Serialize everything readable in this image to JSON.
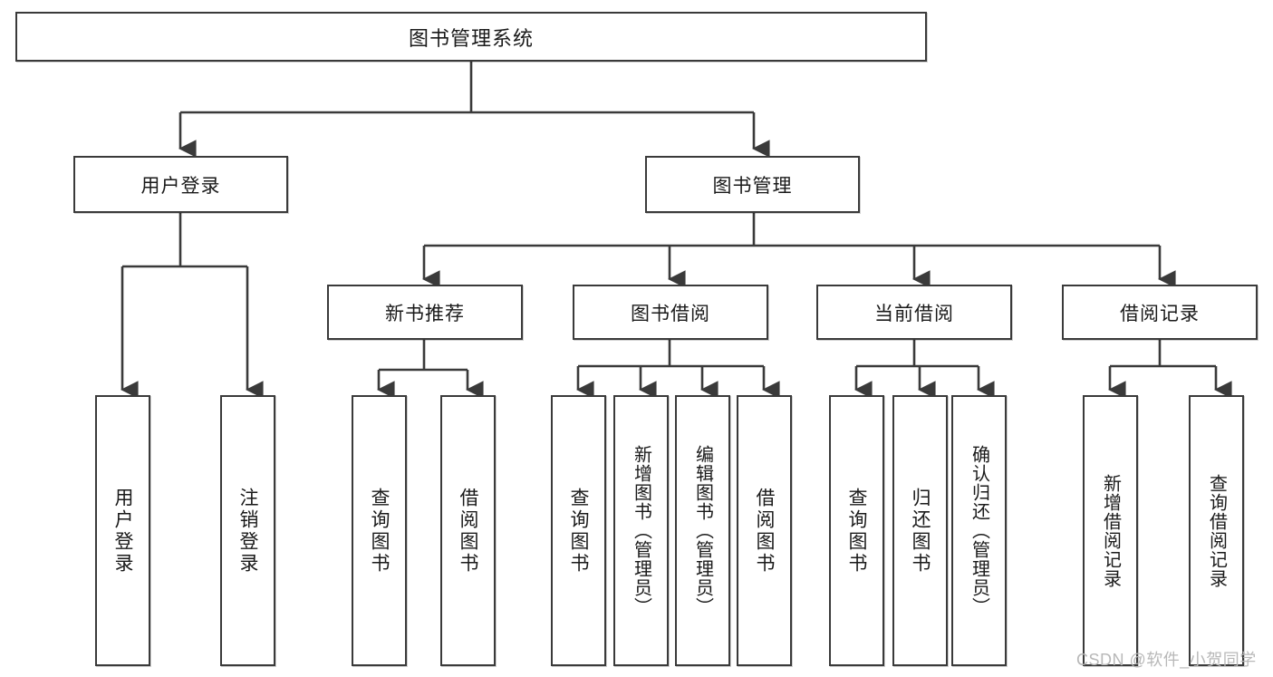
{
  "diagram": {
    "title": "图书管理系统",
    "type": "tree-hierarchy-diagram",
    "root": {
      "id": "root",
      "label": "图书管理系统"
    },
    "level2": [
      {
        "id": "user-login",
        "label": "用户登录"
      },
      {
        "id": "book-manage",
        "label": "图书管理"
      }
    ],
    "level3": [
      {
        "id": "new-book-recommend",
        "label": "新书推荐"
      },
      {
        "id": "book-borrow",
        "label": "图书借阅"
      },
      {
        "id": "current-borrow",
        "label": "当前借阅"
      },
      {
        "id": "borrow-record",
        "label": "借阅记录"
      }
    ],
    "leaves": {
      "user_login": [
        {
          "id": "leaf-user-login",
          "label": "用户登录"
        },
        {
          "id": "leaf-logout-login",
          "label": "注销登录"
        }
      ],
      "new_book_recommend": [
        {
          "id": "leaf-query-book-1",
          "label": "查询图书"
        },
        {
          "id": "leaf-borrow-book-1",
          "label": "借阅图书"
        }
      ],
      "book_borrow": [
        {
          "id": "leaf-query-book-2",
          "label": "查询图书"
        },
        {
          "id": "leaf-add-book",
          "label": "新增图书（管理员）"
        },
        {
          "id": "leaf-edit-book",
          "label": "编辑图书（管理员）"
        },
        {
          "id": "leaf-borrow-book-2",
          "label": "借阅图书"
        }
      ],
      "current_borrow": [
        {
          "id": "leaf-query-book-3",
          "label": "查询图书"
        },
        {
          "id": "leaf-return-book",
          "label": "归还图书"
        },
        {
          "id": "leaf-confirm-return",
          "label": "确认归还（管理员）"
        }
      ],
      "borrow_record": [
        {
          "id": "leaf-add-record",
          "label": "新增借阅记录"
        },
        {
          "id": "leaf-query-record",
          "label": "查询借阅记录"
        }
      ]
    }
  },
  "watermark": {
    "text": "CSDN @软件_小贺同学"
  },
  "colors": {
    "stroke": "#3a3a3a",
    "fill": "#ffffff",
    "text": "#1a1a1a",
    "watermark": "#b8b8b8"
  }
}
